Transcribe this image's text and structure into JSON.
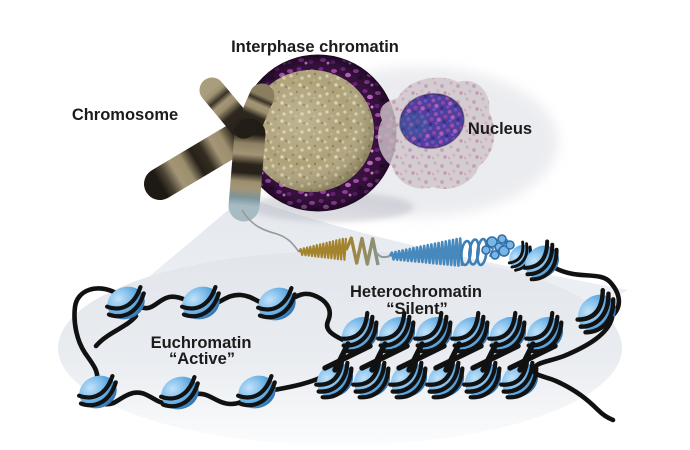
{
  "figure": {
    "labels": {
      "interphase_chromatin": "Interphase chromatin",
      "chromosome": "Chromosome",
      "nucleus": "Nucleus",
      "heterochromatin": "Heterochromatin",
      "heterochromatin_state": "“Silent”",
      "euchromatin": "Euchromatin",
      "euchromatin_state": "“Active”"
    },
    "colors": {
      "background": "#ffffff",
      "backdrop_gray": "#e6e9ee",
      "label_text": "#1b1b1b",
      "dna_string": "#111111",
      "nucleosome_blue": "#5ba9e0",
      "coil_gold": "#a3832c",
      "coil_blue": "#4788bd",
      "chromosome_tan": "#a39576",
      "chromosome_dark": "#26211a",
      "chromosome_tip_blue_gray": "#9fb3b8",
      "chromatin_interior_tan": "#aea279",
      "chromatin_ring_purple": "#3c1442",
      "chromatin_ring_magenta": "#b357bd",
      "nucleus_purple": "#4f3f9f",
      "nucleus_magenta": "#a050a8",
      "cell_body_gray": "#cdc4cb",
      "cell_speckle_pink": "#cf8fae"
    }
  }
}
